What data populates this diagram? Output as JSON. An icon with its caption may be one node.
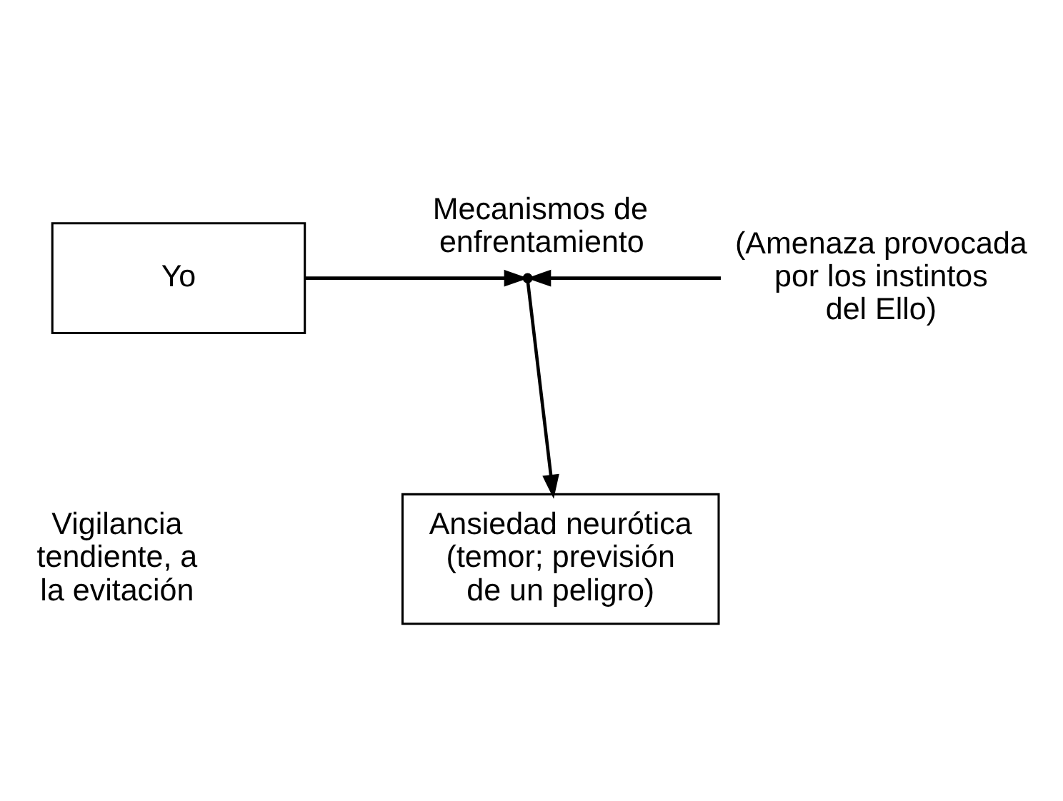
{
  "diagram": {
    "nodes": [
      {
        "text": [
          "Yo"
        ]
      },
      {
        "text": [],
        "shape": "point"
      },
      {
        "text": [
          "(Amenaza provocada por los instintos del Ello)"
        ]
      },
      {
        "text": [
          "Ansiedad neurótica (temor; previsión de un peligro)"
        ]
      }
    ],
    "edges": [
      {
        "from": 0,
        "to": 1,
        "arrow": "to",
        "label": "Mecanismos de enfrentamiento"
      },
      {
        "from": 2,
        "to": 1,
        "arrow": "to"
      },
      {
        "from": 1,
        "to": 3,
        "arrow": "to"
      }
    ],
    "labels": [
      "Vigilancia tendiente, a la evitación"
    ]
  }
}
